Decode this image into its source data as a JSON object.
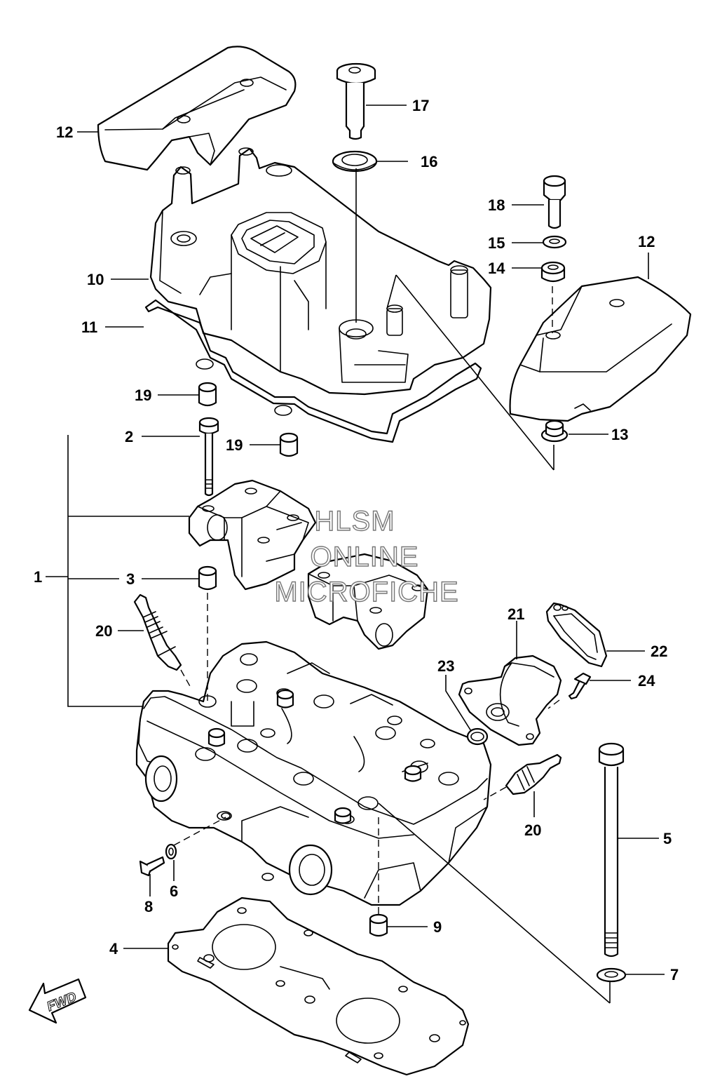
{
  "watermark": {
    "line1": "HLSM",
    "line2": "ONLINE",
    "line3": "MICROFICHE"
  },
  "direction_badge": "FWD",
  "callouts": {
    "c1": "1",
    "c2": "2",
    "c3": "3",
    "c4": "4",
    "c5": "5",
    "c6": "6",
    "c7": "7",
    "c8": "8",
    "c9": "9",
    "c10": "10",
    "c11": "11",
    "c12a": "12",
    "c12b": "12",
    "c13": "13",
    "c14": "14",
    "c15": "15",
    "c16": "16",
    "c17": "17",
    "c18": "18",
    "c19a": "19",
    "c19b": "19",
    "c20a": "20",
    "c20b": "20",
    "c21": "21",
    "c22": "22",
    "c23": "23",
    "c24": "24"
  }
}
